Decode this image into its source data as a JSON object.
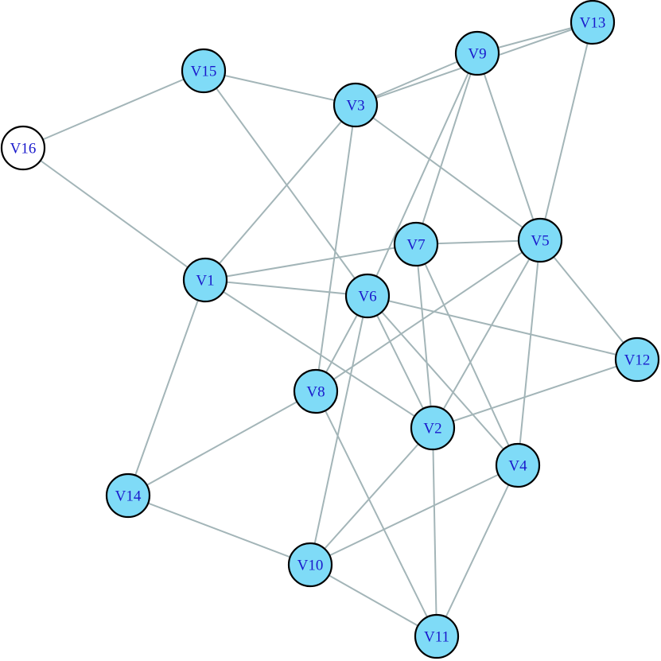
{
  "graph": {
    "colors": {
      "edge": "#a3b5b8",
      "node_fill": "#7fdbf7",
      "node_fill_isolated": "#ffffff",
      "node_stroke": "#000000",
      "label": "#1a1acc"
    },
    "nodes": [
      {
        "id": "V1",
        "label": "V1",
        "fill": "filled"
      },
      {
        "id": "V2",
        "label": "V2",
        "fill": "filled"
      },
      {
        "id": "V3",
        "label": "V3",
        "fill": "filled"
      },
      {
        "id": "V4",
        "label": "V4",
        "fill": "filled"
      },
      {
        "id": "V5",
        "label": "V5",
        "fill": "filled"
      },
      {
        "id": "V6",
        "label": "V6",
        "fill": "filled"
      },
      {
        "id": "V7",
        "label": "V7",
        "fill": "filled"
      },
      {
        "id": "V8",
        "label": "V8",
        "fill": "filled"
      },
      {
        "id": "V9",
        "label": "V9",
        "fill": "filled"
      },
      {
        "id": "V10",
        "label": "V10",
        "fill": "filled"
      },
      {
        "id": "V11",
        "label": "V11",
        "fill": "filled"
      },
      {
        "id": "V12",
        "label": "V12",
        "fill": "filled"
      },
      {
        "id": "V13",
        "label": "V13",
        "fill": "filled"
      },
      {
        "id": "V14",
        "label": "V14",
        "fill": "filled"
      },
      {
        "id": "V15",
        "label": "V15",
        "fill": "filled"
      },
      {
        "id": "V16",
        "label": "V16",
        "fill": "white"
      }
    ],
    "edges": [
      [
        "V16",
        "V15"
      ],
      [
        "V16",
        "V1"
      ],
      [
        "V15",
        "V3"
      ],
      [
        "V15",
        "V6"
      ],
      [
        "V3",
        "V9"
      ],
      [
        "V3",
        "V13"
      ],
      [
        "V3",
        "V1"
      ],
      [
        "V3",
        "V5"
      ],
      [
        "V3",
        "V8"
      ],
      [
        "V9",
        "V13"
      ],
      [
        "V9",
        "V7"
      ],
      [
        "V9",
        "V6"
      ],
      [
        "V9",
        "V5"
      ],
      [
        "V13",
        "V5"
      ],
      [
        "V1",
        "V7"
      ],
      [
        "V1",
        "V6"
      ],
      [
        "V1",
        "V2"
      ],
      [
        "V1",
        "V14"
      ],
      [
        "V7",
        "V5"
      ],
      [
        "V7",
        "V2"
      ],
      [
        "V7",
        "V4"
      ],
      [
        "V5",
        "V12"
      ],
      [
        "V5",
        "V8"
      ],
      [
        "V5",
        "V2"
      ],
      [
        "V5",
        "V4"
      ],
      [
        "V6",
        "V12"
      ],
      [
        "V6",
        "V8"
      ],
      [
        "V6",
        "V2"
      ],
      [
        "V6",
        "V4"
      ],
      [
        "V6",
        "V10"
      ],
      [
        "V12",
        "V2"
      ],
      [
        "V8",
        "V14"
      ],
      [
        "V8",
        "V11"
      ],
      [
        "V2",
        "V10"
      ],
      [
        "V2",
        "V11"
      ],
      [
        "V4",
        "V10"
      ],
      [
        "V4",
        "V11"
      ],
      [
        "V14",
        "V10"
      ],
      [
        "V10",
        "V11"
      ]
    ]
  }
}
